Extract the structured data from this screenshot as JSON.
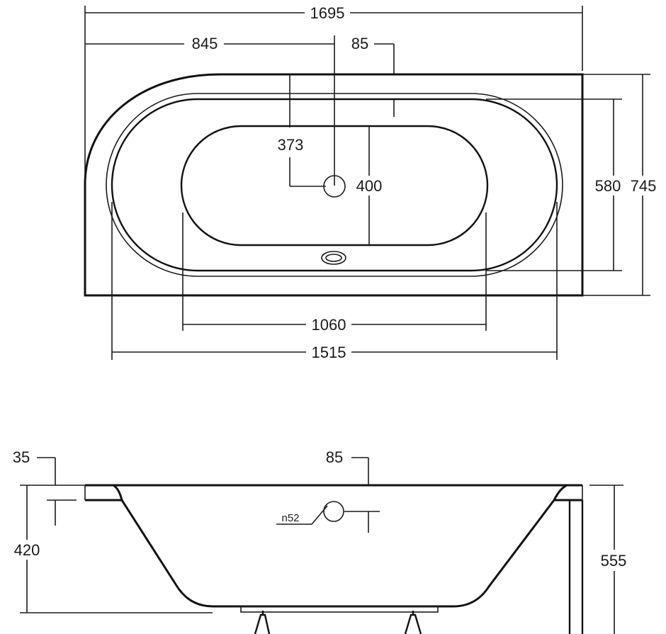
{
  "top_view": {
    "overall_length": "1695",
    "drain_offset": "845",
    "rim_offset": "85",
    "drain_from_edge": "373",
    "inner_width": "400",
    "basin_width": "580",
    "overall_width": "745",
    "inner_length": "1060",
    "basin_length": "1515"
  },
  "side_view": {
    "rim_thickness": "35",
    "rim_offset": "85",
    "drain_label": "n52",
    "depth": "420",
    "total_height": "555"
  }
}
